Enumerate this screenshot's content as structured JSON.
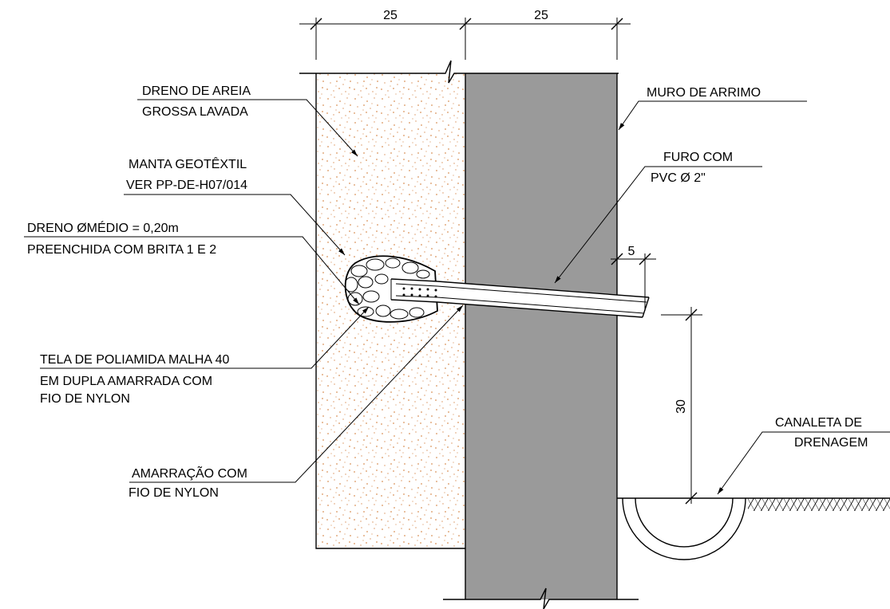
{
  "dimensions": {
    "sand_width": "25",
    "wall_width": "25",
    "pipe_offset": "5",
    "channel_drop": "30"
  },
  "labels": {
    "sand_drain": [
      "DRENO DE AREIA",
      "GROSSA LAVADA"
    ],
    "geotextile": [
      "MANTA GEOTÊXTIL",
      "VER PP-DE-H07/014"
    ],
    "gravel_drain": [
      "DRENO ØMÉDIO = 0,20m",
      "PREENCHIDA COM BRITA 1 E 2"
    ],
    "polyamide_mesh": [
      "TELA DE POLIAMIDA MALHA 40",
      "EM DUPLA  AMARRADA COM",
      "FIO DE NYLON"
    ],
    "nylon_tie": [
      "AMARRAÇÃO COM",
      "FIO DE NYLON"
    ],
    "retaining_wall": [
      "MURO DE ARRIMO"
    ],
    "pvc_hole": [
      "FURO COM",
      "PVC Ø 2\""
    ],
    "drain_channel": [
      "CANALETA DE",
      "DRENAGEM"
    ]
  },
  "colors": {
    "wall_fill": "#9a9a9a",
    "sand_dot": "#d9925a",
    "line": "#000000"
  }
}
